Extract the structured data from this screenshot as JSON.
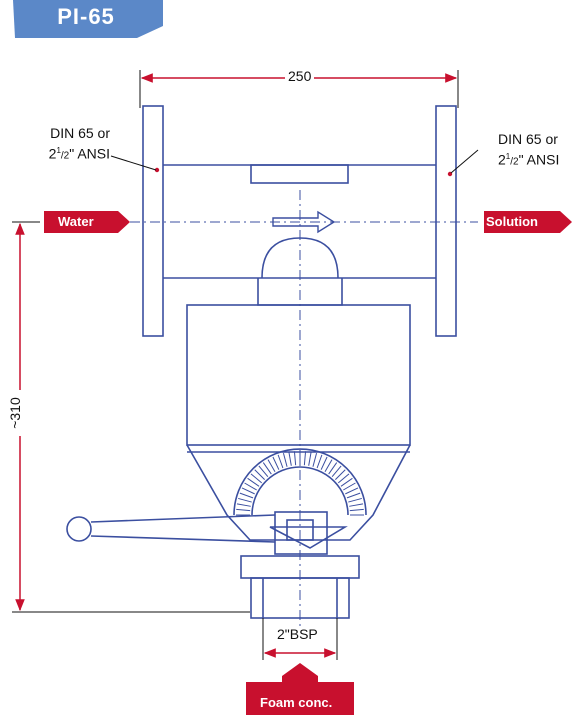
{
  "badge": {
    "title": "PI-65",
    "color": "#5b88c8"
  },
  "dimensions": {
    "overall_length": "250",
    "height": "~310",
    "foam_connection": "2\"BSP"
  },
  "flanges": {
    "left": {
      "line1": "DIN 65 or",
      "line2_main": "2",
      "line2_sup": "1",
      "line2_sub": "/2",
      "line2_rest": "\" ANSI"
    },
    "right": {
      "line1": "DIN 65 or",
      "line2_main": "2",
      "line2_sup": "1",
      "line2_sub": "/2",
      "line2_rest": "\" ANSI"
    }
  },
  "flow": {
    "inlet": "Water",
    "outlet": "Solution",
    "foam": "Foam conc."
  },
  "colors": {
    "drawing": "#3b4fa0",
    "dimension": "#c8102e",
    "tag": "#c8102e",
    "badge": "#5b88c8"
  }
}
